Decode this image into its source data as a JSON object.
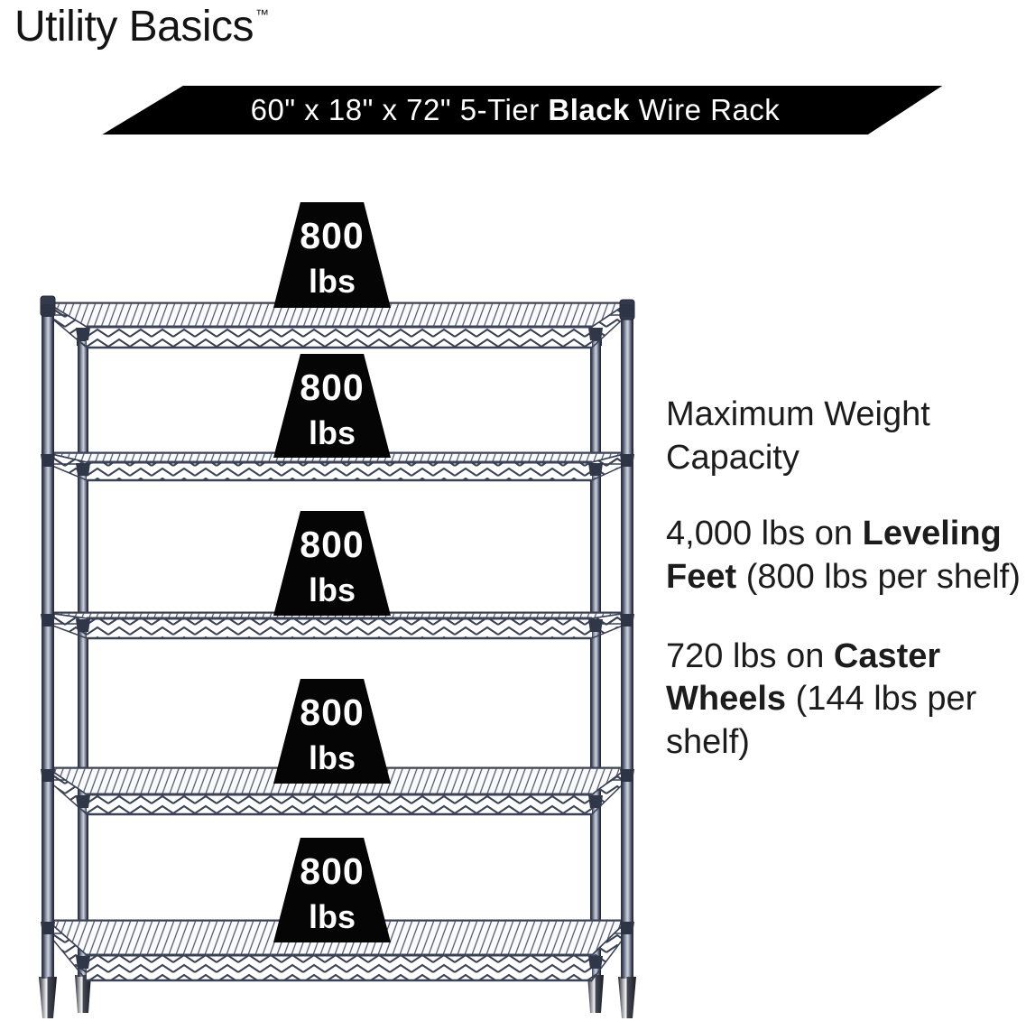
{
  "brand": {
    "name": "Utility Basics",
    "trademark": "™"
  },
  "banner": {
    "pre": "60\" x 18\" x 72\" 5-Tier ",
    "bold": "Black",
    "post": " Wire Rack",
    "background_color": "#000000",
    "text_color": "#ffffff"
  },
  "rack": {
    "description": "5-tier black wire shelving rack illustration",
    "wire_color": "#3b4254",
    "post_highlight_color": "#c2c6d3",
    "foot_color": "#23252d",
    "tiers": 5,
    "badges": [
      {
        "value": "800",
        "unit": "lbs"
      },
      {
        "value": "800",
        "unit": "lbs"
      },
      {
        "value": "800",
        "unit": "lbs"
      },
      {
        "value": "800",
        "unit": "lbs"
      },
      {
        "value": "800",
        "unit": "lbs"
      }
    ]
  },
  "info": {
    "heading": "Maximum Weight Capacity",
    "paragraphs": [
      {
        "pre": "4,000 lbs on ",
        "bold": "Leveling Feet",
        "post": " (800 lbs per shelf)"
      },
      {
        "pre": "720 lbs on ",
        "bold": "Caster Wheels",
        "post": " (144 lbs per shelf)"
      }
    ]
  }
}
